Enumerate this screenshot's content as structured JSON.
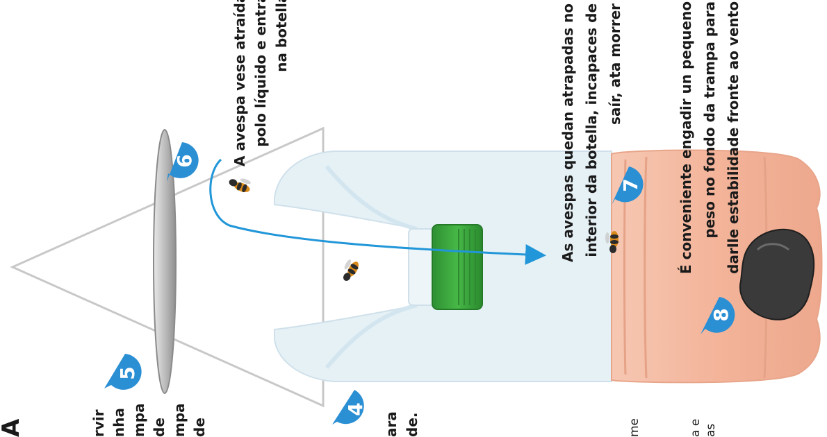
{
  "steps": {
    "s4": "4",
    "s5": "5",
    "s6": "6",
    "s7": "7",
    "s8": "8"
  },
  "captions": {
    "c6": {
      "l1": "A avespa vese atraída",
      "l2": "polo líquido e entra",
      "l3": "na botella"
    },
    "c7": {
      "l1": "As avespas quedan atrapadas no",
      "l2": "interior da botella, incapaces de",
      "l3": "saír, ata morrer"
    },
    "c8": {
      "l1": "É conveniente engadir un pequeno",
      "l2": "peso no fondo da trampa para",
      "l3": "darlle estabilidade fronte ao vento"
    }
  },
  "partial": {
    "heading": "A",
    "p5": {
      "l1": "rvir",
      "l2": "nha",
      "l3": "mpa",
      "l4": "de",
      "l5": "mpa",
      "l6": "de"
    },
    "p4": {
      "l1": "ara",
      "l2": "de."
    },
    "pb1": "me",
    "pb2": {
      "l1": "a e",
      "l2": "as"
    }
  },
  "colors": {
    "badge": "#2b8fd4",
    "arrow": "#2196d8",
    "cap": "#3aa53a",
    "bottle_base": "#f3b9a0",
    "plate": "#c8c8c8"
  }
}
